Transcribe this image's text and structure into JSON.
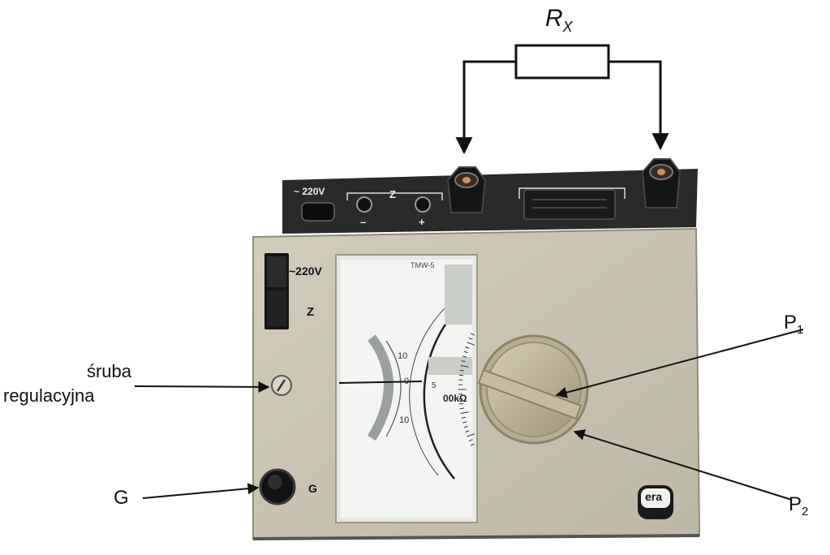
{
  "diagram": {
    "resistor": {
      "symbol": "R",
      "subscript": "X"
    },
    "top_panel": {
      "supply_label": "~ 220V",
      "z_label": "Z",
      "minus": "–",
      "plus": "+"
    },
    "front_panel": {
      "supply_label": "~220V",
      "z_switch_label": "Z",
      "g_button_label": "G",
      "meter_model": "TMW-5",
      "dial_label": "00kΩ",
      "scale_left": [
        "10",
        "0",
        "10"
      ],
      "scale_right": [
        "5"
      ],
      "logo": "era"
    },
    "callouts": {
      "p1": {
        "letter": "P",
        "subscript": "1"
      },
      "p2": {
        "letter": "P",
        "subscript": "2"
      },
      "screw_line1": "śruba",
      "screw_line2": "regulacyjna",
      "g": "G"
    }
  },
  "colors": {
    "panel": "#cbc6b4",
    "panel_shadow": "#a8a392",
    "top_bar": "#2a2a2a",
    "knob": "#bdb294",
    "meter_face": "#f4f4f2",
    "line": "#111111"
  }
}
